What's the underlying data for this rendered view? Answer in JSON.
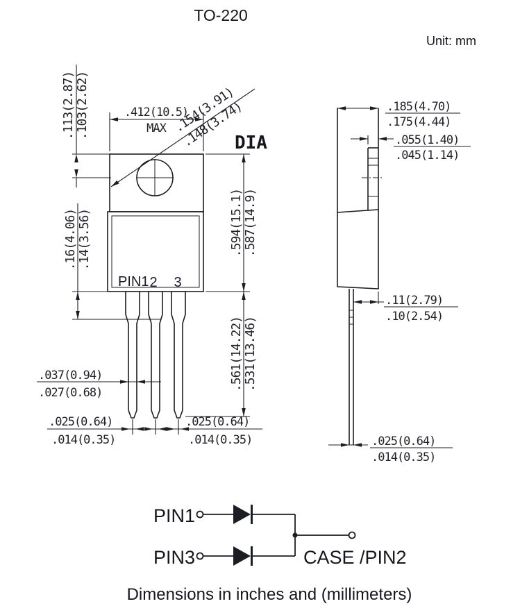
{
  "title": "TO-220",
  "unit_note": "Unit: mm",
  "caption": "Dimensions in inches and (millimeters)",
  "front_view": {
    "pin1_label": "PIN1",
    "pin2_label": "2",
    "pin3_label": "3",
    "dim_body_width": {
      "value": ".412(10.5)",
      "qualifier": "MAX"
    },
    "dim_hole_to_top": {
      "max": ".113(2.87)",
      "min": ".103(2.62)"
    },
    "dim_hole_diameter": {
      "max": ".154(3.91)",
      "min": ".148(3.74)",
      "suffix": "DIA"
    },
    "dim_body_height": {
      "max": ".594(15.1)",
      "min": ".587(14.9)"
    },
    "dim_shoulder_length": {
      "max": ".16(4.06)",
      "min": ".14(3.56)"
    },
    "dim_lead_length": {
      "max": ".561(14.22)",
      "min": ".531(13.46)"
    },
    "dim_lead_width": {
      "max": ".037(0.94)",
      "min": ".027(0.68)"
    },
    "dim_lead_tip_left": {
      "max": ".025(0.64)",
      "min": ".014(0.35)"
    },
    "dim_lead_tip_right": {
      "max": ".025(0.64)",
      "min": ".014(0.35)"
    }
  },
  "side_view": {
    "dim_body_depth": {
      "max": ".185(4.70)",
      "min": ".175(4.44)"
    },
    "dim_tab_depth": {
      "max": ".055(1.40)",
      "min": ".045(1.14)"
    },
    "dim_lead_spacing": {
      "max": ".11(2.79)",
      "min": ".10(2.54)"
    },
    "dim_lead_tip": {
      "max": ".025(0.64)",
      "min": ".014(0.35)"
    }
  },
  "schematic": {
    "pin1_label": "PIN1",
    "pin3_label": "PIN3",
    "common_label": "CASE /PIN2"
  },
  "colors": {
    "line": "#1c1c24",
    "text": "#16161e",
    "background": "#ffffff"
  }
}
